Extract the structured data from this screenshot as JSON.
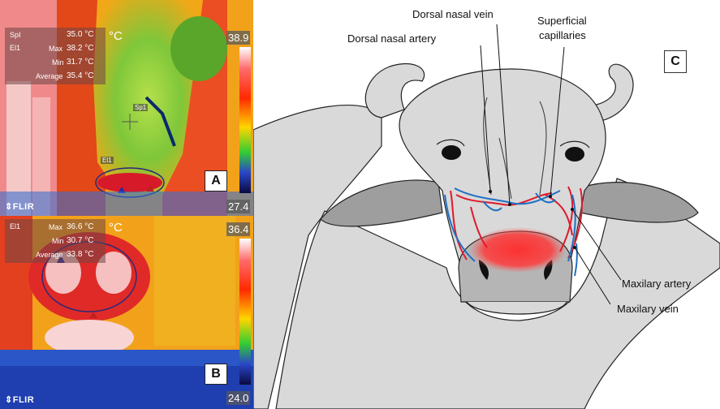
{
  "panel_a": {
    "letter": "A",
    "unit": "°C",
    "scale_max": "38.9",
    "scale_min": "27.4",
    "brand": "FLIR",
    "spot_marker": "Sp1",
    "ellipse_marker": "El1",
    "readouts": [
      {
        "label": "SpI",
        "sub": "",
        "value": "35.0 °C"
      },
      {
        "label": "El1",
        "sub": "Max",
        "value": "38.2 °C"
      },
      {
        "label": "",
        "sub": "Min",
        "value": "31.7 °C"
      },
      {
        "label": "",
        "sub": "Average",
        "value": "35.4 °C"
      }
    ]
  },
  "panel_b": {
    "letter": "B",
    "unit": "°C",
    "scale_max": "36.4",
    "scale_min": "24.0",
    "brand": "FLIR",
    "readouts": [
      {
        "label": "El1",
        "sub": "Max",
        "value": "36.6 °C"
      },
      {
        "label": "",
        "sub": "Min",
        "value": "30.7 °C"
      },
      {
        "label": "",
        "sub": "Average",
        "value": "33.8 °C"
      }
    ]
  },
  "diagram": {
    "letter": "C",
    "labels": {
      "dorsal_nasal_vein": "Dorsal nasal vein",
      "dorsal_nasal_artery": "Dorsal nasal artery",
      "superficial_capillaries_1": "Superficial",
      "superficial_capillaries_2": "capillaries",
      "maxilary_artery": "Maxilary artery",
      "maxilary_vein": "Maxilary vein"
    },
    "colors": {
      "artery": "#e0192b",
      "vein": "#1f6fc4",
      "hotspot": "#ff2a2a",
      "skin": "#d9d9d9",
      "muzzle": "#b5b5b5"
    }
  }
}
